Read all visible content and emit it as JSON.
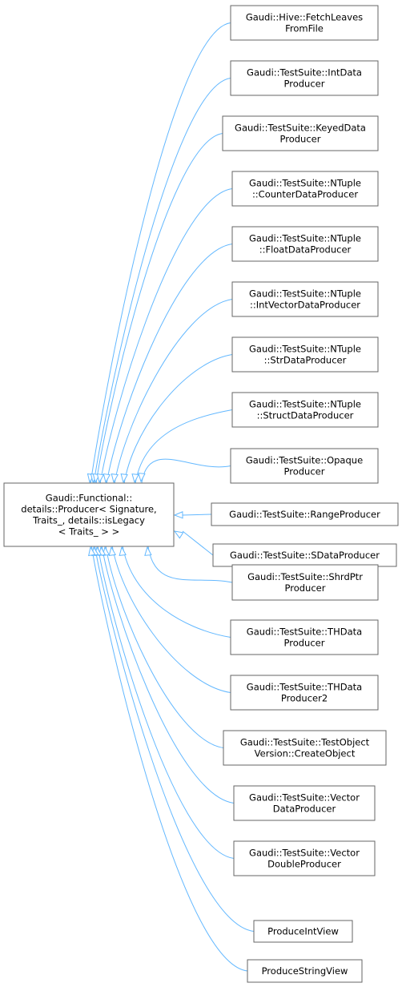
{
  "base_class": {
    "lines": [
      "Gaudi::Functional::",
      "details::Producer< Signature,",
      "Traits_, details::isLegacy",
      "< Traits_ > >"
    ]
  },
  "derived_classes": [
    {
      "id": "fetch-leaves-from-file",
      "lines": [
        "Gaudi::Hive::FetchLeaves",
        "FromFile"
      ]
    },
    {
      "id": "int-data-producer",
      "lines": [
        "Gaudi::TestSuite::IntData",
        "Producer"
      ]
    },
    {
      "id": "keyed-data-producer",
      "lines": [
        "Gaudi::TestSuite::KeyedData",
        "Producer"
      ]
    },
    {
      "id": "ntuple-counter-data-producer",
      "lines": [
        "Gaudi::TestSuite::NTuple",
        "::CounterDataProducer"
      ]
    },
    {
      "id": "ntuple-float-data-producer",
      "lines": [
        "Gaudi::TestSuite::NTuple",
        "::FloatDataProducer"
      ]
    },
    {
      "id": "ntuple-int-vector-data-producer",
      "lines": [
        "Gaudi::TestSuite::NTuple",
        "::IntVectorDataProducer"
      ]
    },
    {
      "id": "ntuple-str-data-producer",
      "lines": [
        "Gaudi::TestSuite::NTuple",
        "::StrDataProducer"
      ]
    },
    {
      "id": "ntuple-struct-data-producer",
      "lines": [
        "Gaudi::TestSuite::NTuple",
        "::StructDataProducer"
      ]
    },
    {
      "id": "opaque-producer",
      "lines": [
        "Gaudi::TestSuite::Opaque",
        "Producer"
      ]
    },
    {
      "id": "range-producer",
      "lines": [
        "Gaudi::TestSuite::RangeProducer"
      ]
    },
    {
      "id": "sdata-producer",
      "lines": [
        "Gaudi::TestSuite::SDataProducer"
      ]
    },
    {
      "id": "shrd-ptr-producer",
      "lines": [
        "Gaudi::TestSuite::ShrdPtr",
        "Producer"
      ]
    },
    {
      "id": "thdata-producer",
      "lines": [
        "Gaudi::TestSuite::THData",
        "Producer"
      ]
    },
    {
      "id": "thdata-producer2",
      "lines": [
        "Gaudi::TestSuite::THData",
        "Producer2"
      ]
    },
    {
      "id": "test-object-version-create-object",
      "lines": [
        "Gaudi::TestSuite::TestObject",
        "Version::CreateObject"
      ]
    },
    {
      "id": "vector-data-producer",
      "lines": [
        "Gaudi::TestSuite::Vector",
        "DataProducer"
      ]
    },
    {
      "id": "vector-double-producer",
      "lines": [
        "Gaudi::TestSuite::Vector",
        "DoubleProducer"
      ]
    },
    {
      "id": "produce-int-view",
      "lines": [
        "ProduceIntView"
      ]
    },
    {
      "id": "produce-string-view",
      "lines": [
        "ProduceStringView"
      ]
    }
  ],
  "colors": {
    "edge": "#63b8ff",
    "node_border": "#666666",
    "node_fill": "#ffffff",
    "text": "#000000"
  }
}
